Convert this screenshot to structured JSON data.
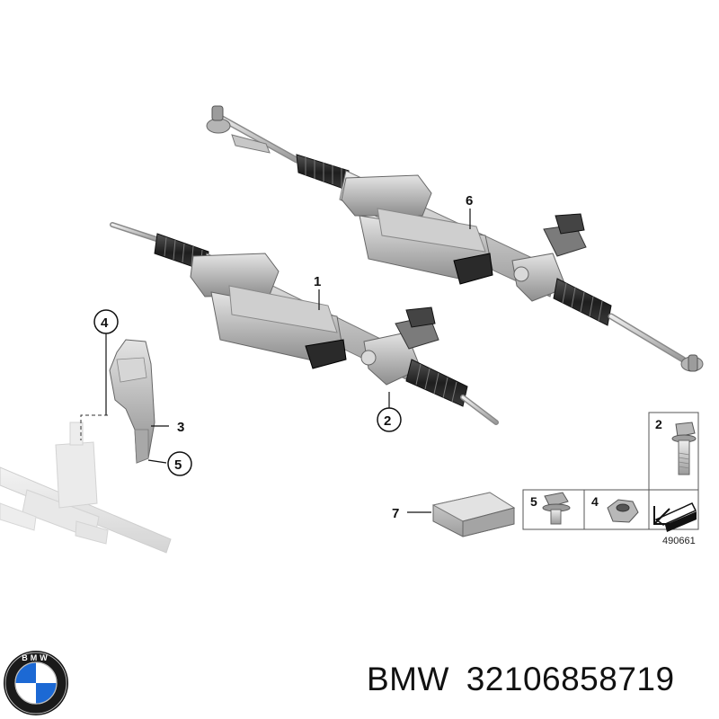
{
  "diagram": {
    "callouts": {
      "c1": "1",
      "c2": "2",
      "c3": "3",
      "c4": "4",
      "c5": "5",
      "c6": "6",
      "c7": "7"
    },
    "legend": {
      "bolt_label": "2",
      "bolt5_label": "5",
      "nut_label": "4"
    },
    "reference_number": "490661"
  },
  "brand": {
    "logo_text": "BMW",
    "brand_name": "BMW",
    "part_number": "32106858719",
    "colors": {
      "logo_blue": "#1c69d4",
      "logo_ring": "#111111"
    }
  }
}
